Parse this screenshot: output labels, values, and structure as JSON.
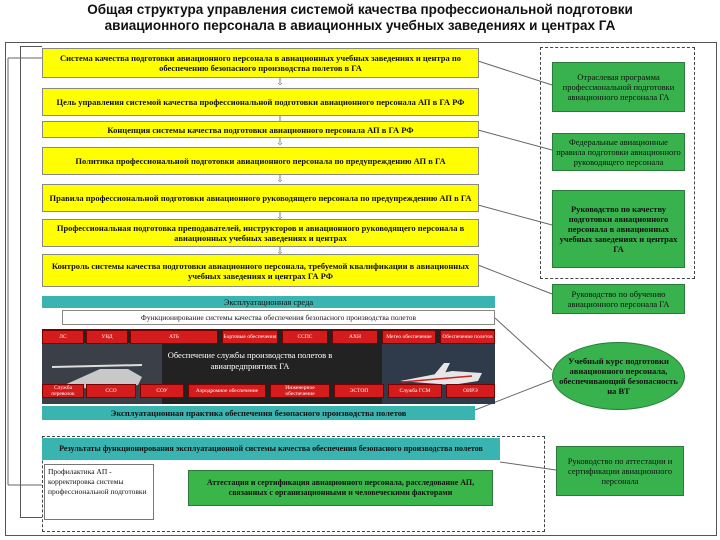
{
  "title": {
    "line1": "Общая структура управления системой качества профессиональной подготовки",
    "line2": "авиационного персонала в авиационных учебных заведениях и центрах ГА"
  },
  "chain": [
    "Система качества подготовки авиационного персонала в авиационных учебных заведениях и центра по обеспечению безопасного производства полетов в ГА",
    "Цель управления системой качества профессиональной подготовки авиационного персонала АП в ГА РФ",
    "Концепция системы качества подготовки авиационного персонала АП в ГА РФ",
    "Политика профессиональной подготовки авиационного персонала по предупреждению АП в ГА",
    "Правила профессиональной подготовки авиационного руководящего персонала по предупреждению АП в ГА",
    "Профессиональная подготовка преподавателей, инструкторов и авиационного руководящего персонала в авиационных учебных заведениях и центрах",
    "Контроль системы качества подготовки авиационного персонала, требуемой квалификации в авиационных учебных заведениях и центрах ГА РФ"
  ],
  "right": [
    "Отраслевая программа профессиональной подготовки авиационного персонала ГА",
    "Федеральные авиационные правила подготовки авиационного руководящего персонала",
    "Руководство по качеству подготовки авиационного персонала в авиационных учебных заведениях и центрах ГА",
    "Руководство по обучению авиационного персонала ГА",
    "Учебный курс подготовки авиационного персонала, обеспечивающий безопасность на ВТ",
    "Руководство по аттестации и сертификации авиационного персонала"
  ],
  "ops_env": "Эксплуатационная среда",
  "functioning": "Функционирование системы качества обеспечения безопасного производства полетов",
  "services_caption": "Обеспечение службы производства полетов в авиапредприятиях ГА",
  "row1": [
    "ЛС",
    "УВД",
    "АТБ",
    "Бортовые обеспечения",
    "ССПС",
    "АХН",
    "Метео обеспечение",
    "Обеспечение полетов"
  ],
  "row2": [
    "Служба перевозок",
    "ССО",
    "СОУ",
    "Аэродромное обеспечение",
    "Инженерное обеспечение",
    "ЭСТОП",
    "Служба ГСМ",
    "ОИРЭ"
  ],
  "practice": "Эксплуатационная практика обеспечения безопасного производства полетов",
  "results": "Результаты функционирования эксплуатационной системы качества обеспечения безопасного производства полетов",
  "prevention": "Профилактика АП - корректировка системы профессиональной подготовки",
  "attestation": "Аттестация и сертификация авиационного персонала, расследование АП, связанных с организационными и человеческими факторами",
  "colors": {
    "yellow": "#ffff00",
    "green": "#37b24d",
    "teal": "#3ab4b0",
    "red": "#d41c1c"
  }
}
